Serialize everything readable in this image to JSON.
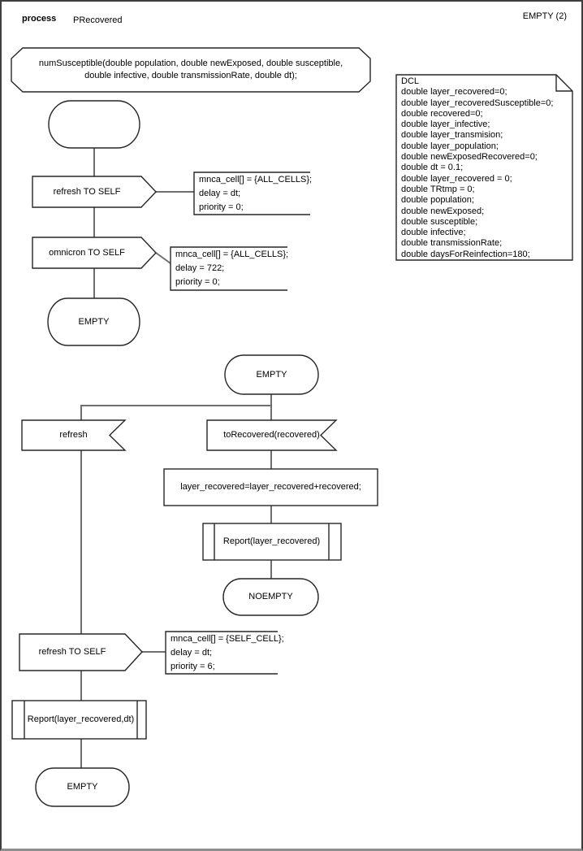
{
  "header": {
    "kind": "process",
    "name": "PRecovered",
    "page_ref": "EMPTY (2)"
  },
  "colors": {
    "background": "#ffffff",
    "shape_stroke": "#262626",
    "connector": "#6e6e6e",
    "page_border": "#3f3f3f",
    "text": "#000000"
  },
  "signature": {
    "line1": "numSusceptible(double population, double newExposed, double susceptible,",
    "line2": "double infective, double transmissionRate, double dt);"
  },
  "dcl": {
    "lines": [
      "DCL",
      "double layer_recovered=0;",
      "double layer_recoveredSusceptible=0;",
      "double recovered=0;",
      "double layer_infective;",
      "double layer_transmision;",
      "double layer_population;",
      "double newExposedRecovered=0;",
      "double dt = 0.1;",
      "double layer_recovered = 0;",
      "double TRtmp = 0;",
      "double population;",
      "double newExposed;",
      "double susceptible;",
      "double infective;",
      "double transmissionRate;",
      "double daysForReinfection=180;"
    ]
  },
  "flow_top": {
    "output_refresh": "refresh TO SELF",
    "comment_refresh": {
      "l1": "mnca_cell[] = {ALL_CELLS};",
      "l2": "delay = dt;",
      "l3": "priority = 0;"
    },
    "output_omnicron": "omnicron TO SELF",
    "comment_omnicron": {
      "l1": "mnca_cell[] = {ALL_CELLS};",
      "l2": "delay = 722;",
      "l3": "priority = 0;"
    },
    "end_state": "EMPTY"
  },
  "flow_main": {
    "start_state": "EMPTY",
    "input_left": "refresh",
    "input_right": "toRecovered(recovered)",
    "task": "layer_recovered=layer_recovered+recovered;",
    "call_report": "Report(layer_recovered)",
    "mid_state": "NOEMPTY",
    "output_refresh_self": "refresh TO SELF",
    "comment_refresh_self": {
      "l1": "mnca_cell[] = {SELF_CELL};",
      "l2": "delay = dt;",
      "l3": "priority = 6;"
    },
    "call_report_dt": "Report(layer_recovered,dt)",
    "end_state": "EMPTY"
  }
}
